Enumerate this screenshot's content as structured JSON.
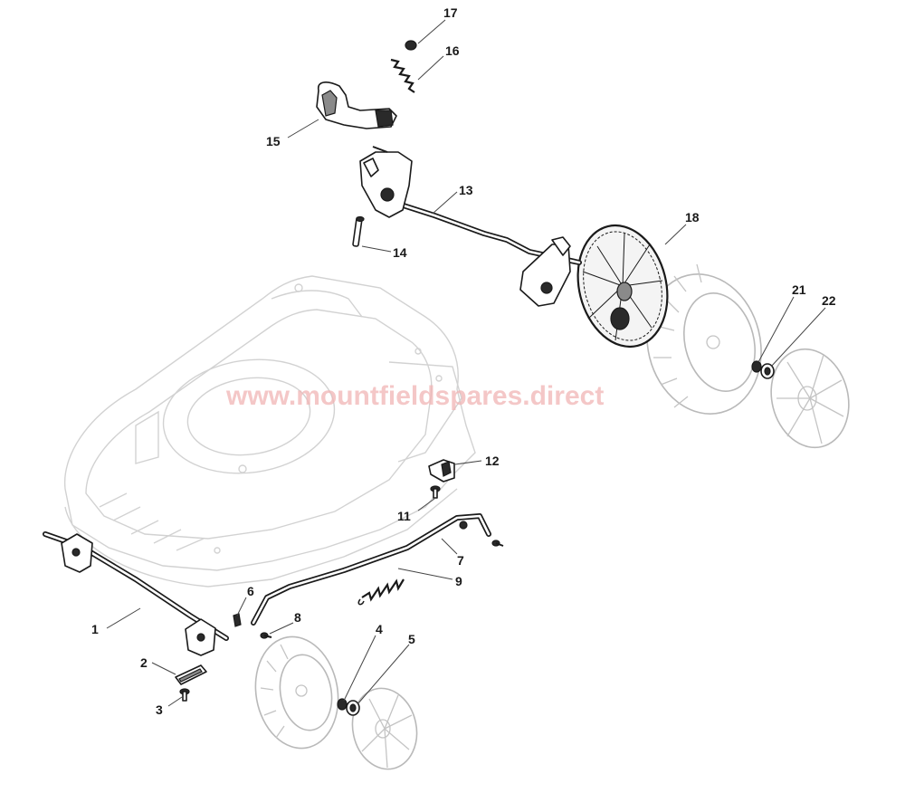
{
  "watermark": "www.mountfieldspares.direct",
  "callouts": [
    {
      "id": "1",
      "label": "1"
    },
    {
      "id": "2",
      "label": "2"
    },
    {
      "id": "3",
      "label": "3"
    },
    {
      "id": "4",
      "label": "4"
    },
    {
      "id": "5",
      "label": "5"
    },
    {
      "id": "6",
      "label": "6"
    },
    {
      "id": "7",
      "label": "7"
    },
    {
      "id": "8",
      "label": "8"
    },
    {
      "id": "9",
      "label": "9"
    },
    {
      "id": "11",
      "label": "11"
    },
    {
      "id": "12",
      "label": "12"
    },
    {
      "id": "13",
      "label": "13"
    },
    {
      "id": "14",
      "label": "14"
    },
    {
      "id": "15",
      "label": "15"
    },
    {
      "id": "16",
      "label": "16"
    },
    {
      "id": "17",
      "label": "17"
    },
    {
      "id": "18",
      "label": "18"
    },
    {
      "id": "21",
      "label": "21"
    },
    {
      "id": "22",
      "label": "22"
    }
  ]
}
